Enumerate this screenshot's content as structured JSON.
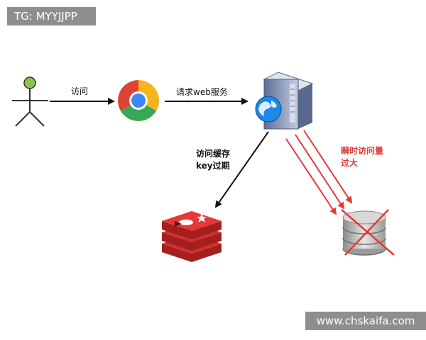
{
  "watermark_top": "TG: MYYJJPP",
  "watermark_bottom": "www.chskaifa.com",
  "labels": {
    "visit": "访问",
    "request": "请求web服务",
    "cache_expired_line1": "访问缓存",
    "cache_expired_line2": "key过期",
    "burst_line1": "瞬时访问量",
    "burst_line2": "过大"
  },
  "colors": {
    "accent_red": "#e53935",
    "arrow": "#111111",
    "person_head": "#8bc34a",
    "redis_red": "#d32f2f",
    "watermark_bg": "#8e8e8e"
  },
  "icons": [
    "user-icon",
    "chrome-icon",
    "server-icon",
    "redis-icon",
    "database-icon"
  ]
}
